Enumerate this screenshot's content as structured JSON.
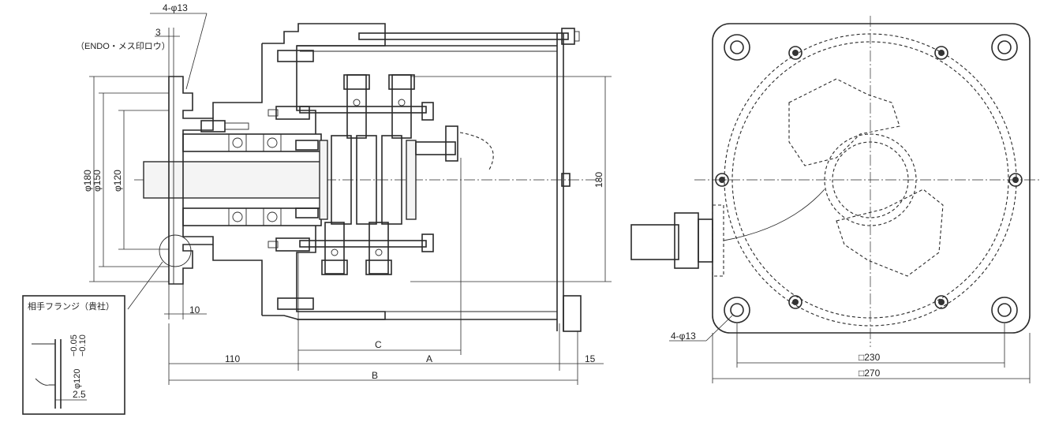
{
  "side_view": {
    "holes_top": "4-φ13",
    "dim_3": "3",
    "endo_note": "（ENDO・メス印ロウ）",
    "dia_180": "φ180",
    "dia_150": "φ150",
    "dia_120": "φ120",
    "height_180": "180",
    "dim_10": "10",
    "dim_110": "110",
    "dim_C": "C",
    "dim_A": "A",
    "dim_B": "B",
    "dim_15": "15"
  },
  "detail": {
    "title": "相手フランジ（貴社）",
    "tol_upper": "−0.05",
    "tol_lower": "−0.10",
    "dia_120": "φ120",
    "dim_2_5": "2.5"
  },
  "front_view": {
    "holes_bottom": "4-φ13",
    "sq_230": "□230",
    "sq_270": "□270"
  }
}
